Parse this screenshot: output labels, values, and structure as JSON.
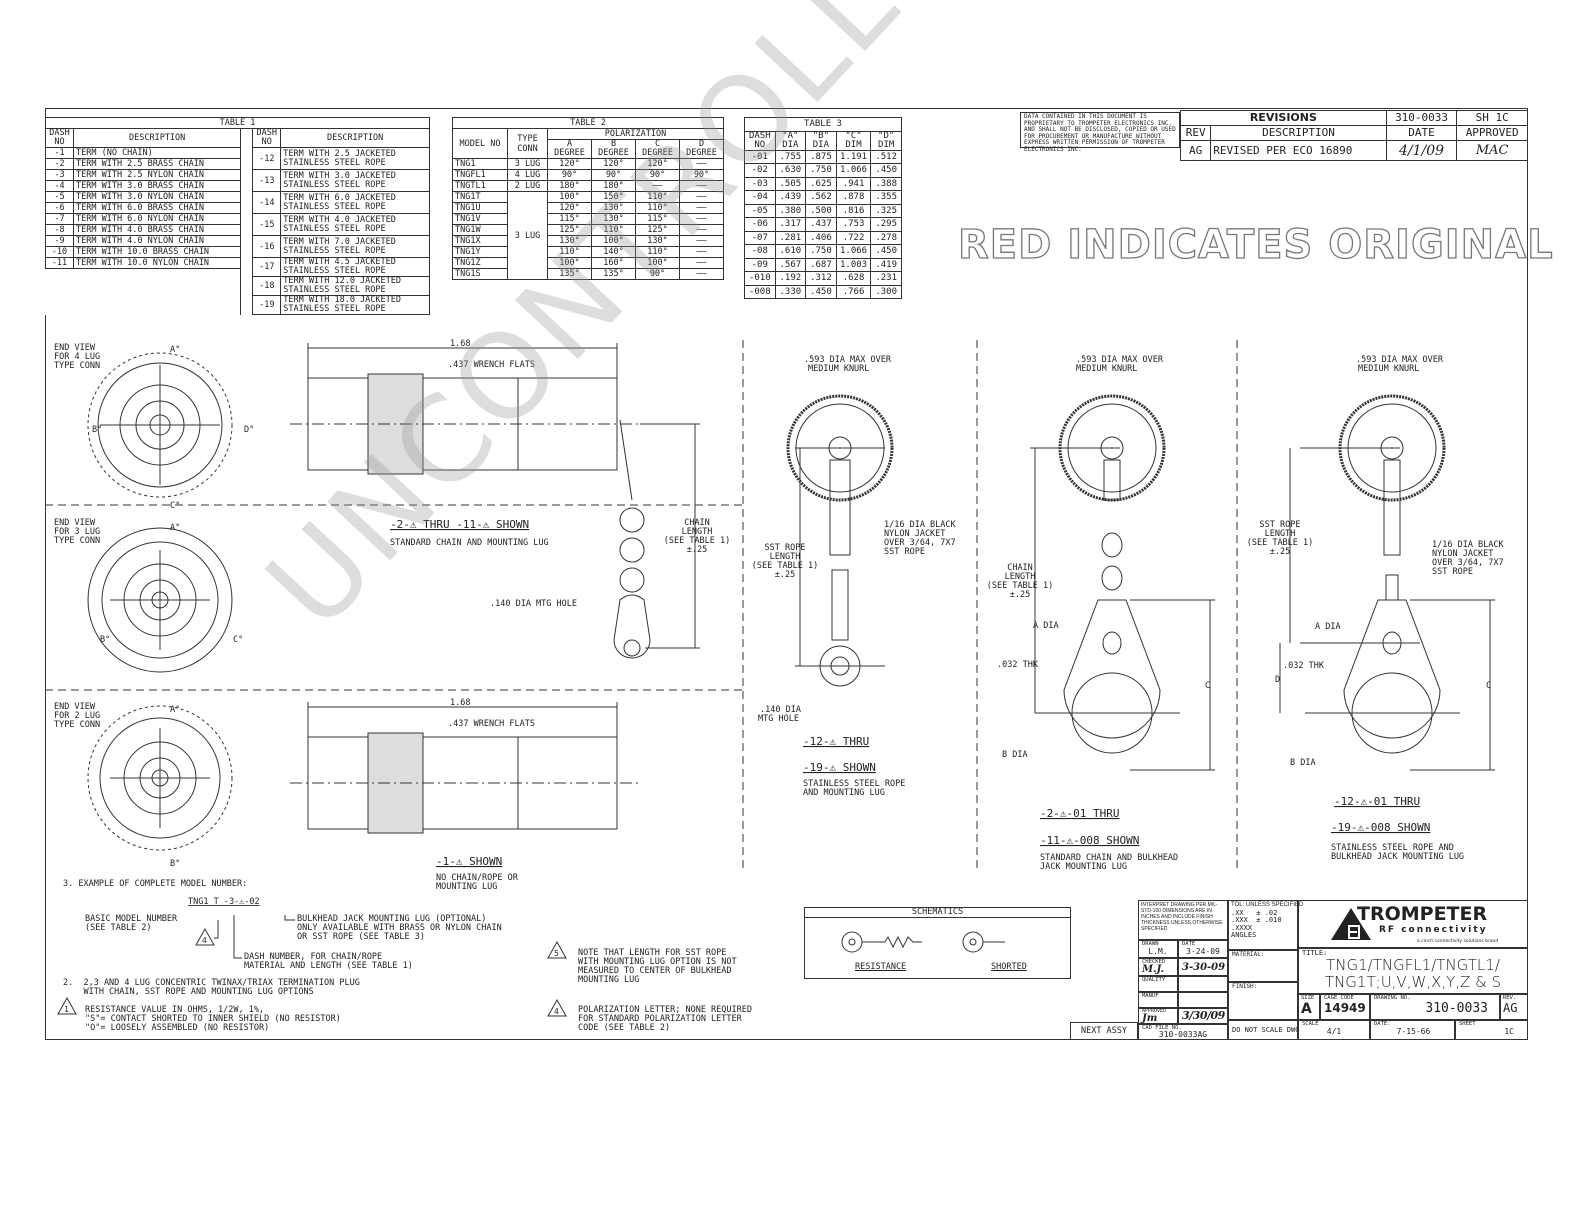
{
  "table1": {
    "title": "TABLE 1",
    "h_dash": "DASH NO",
    "h_desc": "DESCRIPTION",
    "left": [
      [
        "-1",
        "TERM (NO CHAIN)"
      ],
      [
        "-2",
        "TERM WITH 2.5 BRASS CHAIN"
      ],
      [
        "-3",
        "TERM WITH 2.5 NYLON CHAIN"
      ],
      [
        "-4",
        "TERM WITH 3.0 BRASS CHAIN"
      ],
      [
        "-5",
        "TERM WITH 3.0 NYLON CHAIN"
      ],
      [
        "-6",
        "TERM WITH 6.0 BRASS CHAIN"
      ],
      [
        "-7",
        "TERM WITH 6.0 NYLON CHAIN"
      ],
      [
        "-8",
        "TERM WITH 4.0 BRASS CHAIN"
      ],
      [
        "-9",
        "TERM WITH 4.0 NYLON CHAIN"
      ],
      [
        "-10",
        "TERM WITH 10.0 BRASS CHAIN"
      ],
      [
        "-11",
        "TERM WITH 10.0 NYLON CHAIN"
      ]
    ],
    "right": [
      [
        "-12",
        "TERM WITH 2.5 JACKETED",
        "STAINLESS STEEL ROPE"
      ],
      [
        "-13",
        "TERM WITH 3.0 JACKETED",
        "STAINLESS STEEL ROPE"
      ],
      [
        "-14",
        "TERM WITH 6.0 JACKETED",
        "STAINLESS STEEL ROPE"
      ],
      [
        "-15",
        "TERM WITH 4.0 JACKETED",
        "STAINLESS STEEL ROPE"
      ],
      [
        "-16",
        "TERM WITH 7.0 JACKETED",
        "STAINLESS STEEL ROPE"
      ],
      [
        "-17",
        "TERM WITH 4.5 JACKETED",
        "STAINLESS STEEL ROPE"
      ],
      [
        "-18",
        "TERM WITH 12.0 JACKETED",
        "STAINLESS STEEL ROPE"
      ],
      [
        "-19",
        "TERM WITH 18.0 JACKETED",
        "STAINLESS STEEL ROPE"
      ]
    ]
  },
  "table2": {
    "title": "TABLE 2",
    "h_model": "MODEL NO",
    "h_type": "TYPE CONN",
    "h_pol": "POLARIZATION",
    "h_cols": [
      "A DEGREE",
      "B DEGREE",
      "C DEGREE",
      "D DEGREE"
    ],
    "rows": [
      [
        "TNG1",
        "3 LUG",
        "120°",
        "120°",
        "120°",
        "——"
      ],
      [
        "TNGFL1",
        "4 LUG",
        "90°",
        "90°",
        "90°",
        "90°"
      ],
      [
        "TNGTL1",
        "2 LUG",
        "180°",
        "180°",
        "——",
        "——"
      ],
      [
        "TNG1T",
        "",
        "100°",
        "150°",
        "110°",
        "——"
      ],
      [
        "TNG1U",
        "",
        "120°",
        "130°",
        "110°",
        "——"
      ],
      [
        "TNG1V",
        "",
        "115°",
        "130°",
        "115°",
        "——"
      ],
      [
        "TNG1W",
        "",
        "125°",
        "110°",
        "125°",
        "——"
      ],
      [
        "TNG1X",
        "",
        "130°",
        "100°",
        "130°",
        "——"
      ],
      [
        "TNG1Y",
        "",
        "110°",
        "140°",
        "110°",
        "——"
      ],
      [
        "TNG1Z",
        "",
        "100°",
        "160°",
        "100°",
        "——"
      ],
      [
        "TNG1S",
        "",
        "135°",
        "135°",
        "90°",
        "——"
      ]
    ],
    "merged_type": "3 LUG"
  },
  "table3": {
    "title": "TABLE 3",
    "headers": [
      "DASH NO",
      "\"A\" DIA",
      "\"B\" DIA",
      "\"C\" DIM",
      "\"D\" DIM"
    ],
    "rows": [
      [
        "-01",
        ".755",
        ".875",
        "1.191",
        ".512"
      ],
      [
        "-02",
        ".630",
        ".750",
        "1.066",
        ".450"
      ],
      [
        "-03",
        ".505",
        ".625",
        ".941",
        ".388"
      ],
      [
        "-04",
        ".439",
        ".562",
        ".878",
        ".355"
      ],
      [
        "-05",
        ".380",
        ".500",
        ".816",
        ".325"
      ],
      [
        "-06",
        ".317",
        ".437",
        ".753",
        ".295"
      ],
      [
        "-07",
        ".281",
        ".406",
        ".722",
        ".278"
      ],
      [
        "-08",
        ".610",
        ".750",
        "1.066",
        ".450"
      ],
      [
        "-09",
        ".567",
        ".687",
        "1.003",
        ".419"
      ],
      [
        "-010",
        ".192",
        ".312",
        ".628",
        ".231"
      ],
      [
        "-008",
        ".330",
        ".450",
        ".766",
        ".300"
      ]
    ]
  },
  "notice": "DATA CONTAINED IN THIS DOCUMENT IS PROPRIETARY TO TROMPETER ELECTRONICS INC. AND SHALL NOT BE DISCLOSED, COPIED OR USED FOR PROCUREMENT OR MANUFACTURE WITHOUT EXPRESS WRITTEN PERMISSION OF TROMPETER ELECTRONICS INC.",
  "revisions": {
    "title": "REVISIONS",
    "dwg": "310-0033",
    "sheet": "SH 1C",
    "h_rev": "REV",
    "h_desc": "DESCRIPTION",
    "h_date": "DATE",
    "h_appr": "APPROVED",
    "rev": "AG",
    "desc": "REVISED PER ECO 16890",
    "date": "4/1/09",
    "approved": "MAC"
  },
  "stamp": "RED INDICATES ORIGINAL",
  "watermark": "UNCONTROLLED COPY",
  "views": {
    "end4": [
      "END VIEW",
      "FOR 4 LUG",
      "TYPE CONN"
    ],
    "end3": [
      "END VIEW",
      "FOR 3 LUG",
      "TYPE CONN"
    ],
    "end2": [
      "END VIEW",
      "FOR 2 LUG",
      "TYPE CONN"
    ],
    "A": "A°",
    "B": "B°",
    "C": "C°",
    "D": "D°",
    "len": "1.68",
    "wrench": ".437 WRENCH FLATS",
    "v1_title": "-2-⚠ THRU -11-⚠ SHOWN",
    "v1_sub": "STANDARD CHAIN AND MOUNTING LUG",
    "chain_len": [
      "CHAIN",
      "LENGTH",
      "(SEE TABLE 1)",
      "±.25"
    ],
    "mtg_hole": ".140 DIA MTG HOLE",
    "v2_title": "-1-⚠ SHOWN",
    "v2_sub": [
      "NO CHAIN/ROPE OR",
      "MOUNTING LUG"
    ],
    "knurl": [
      ".593 DIA MAX OVER",
      "MEDIUM KNURL"
    ],
    "jacket": [
      "1/16 DIA BLACK",
      "NYLON JACKET",
      "OVER 3/64, 7X7",
      "SST ROPE"
    ],
    "sst_len": [
      "SST ROPE",
      "LENGTH",
      "(SEE TABLE 1)",
      "±.25"
    ],
    "mtg_hole2": [
      ".140 DIA",
      "MTG HOLE"
    ],
    "v3_t1": "-12-⚠ THRU",
    "v3_t2": "-19-⚠ SHOWN",
    "v3_sub": [
      "STAINLESS STEEL ROPE",
      "AND MOUNTING LUG"
    ],
    "a_dia": "A DIA",
    "b_dia": "B DIA",
    "thk": ".032 THK",
    "c": "C",
    "d": "D",
    "v4_t1": "-2-⚠-01 THRU",
    "v4_t2": "-11-⚠-008 SHOWN",
    "v4_sub": [
      "STANDARD CHAIN AND BULKHEAD",
      "JACK MOUNTING LUG"
    ],
    "v5_t1": "-12-⚠-01 THRU",
    "v5_t2": "-19-⚠-008 SHOWN",
    "v5_sub": [
      "STAINLESS STEEL ROPE AND",
      "BULKHEAD JACK MOUNTING LUG"
    ]
  },
  "notes": {
    "n3": "3.  EXAMPLE OF COMPLETE MODEL NUMBER:",
    "example": "TNG1 T -3-⚠-02",
    "basic": [
      "BASIC MODEL NUMBER",
      "(SEE TABLE 2)"
    ],
    "bulkhead": [
      "BULKHEAD JACK MOUNTING LUG (OPTIONAL)",
      "ONLY AVAILABLE WITH BRASS OR NYLON CHAIN",
      "OR SST ROPE (SEE TABLE 3)"
    ],
    "dash": [
      "DASH NUMBER, FOR CHAIN/ROPE",
      "MATERIAL AND LENGTH (SEE TABLE 1)"
    ],
    "n2": [
      "2.  2,3 AND 4 LUG CONCENTRIC TWINAX/TRIAX TERMINATION PLUG",
      "    WITH CHAIN, SST ROPE AND MOUNTING LUG OPTIONS"
    ],
    "n1": [
      "RESISTANCE VALUE IN OHMS, 1/2W, 1%,",
      "\"S\"= CONTACT SHORTED TO INNER SHIELD (NO RESISTOR)",
      "\"O\"= LOOSELY ASSEMBLED (NO RESISTOR)"
    ],
    "n5": [
      "NOTE THAT LENGTH FOR SST ROPE",
      "WITH MOUNTING LUG OPTION IS NOT",
      "MEASURED TO CENTER OF BULKHEAD",
      "MOUNTING LUG"
    ],
    "n4": [
      "POLARIZATION LETTER; NONE REQUIRED",
      "FOR STANDARD POLARIZATION LETTER",
      "CODE (SEE TABLE 2)"
    ],
    "tri1": "1",
    "tri4": "4",
    "tri5": "5"
  },
  "schematics": {
    "title": "SCHEMATICS",
    "resistance": "RESISTANCE",
    "shorted": "SHORTED"
  },
  "titleblock": {
    "interpret": "INTERPRET DRAWING PER MIL-STD-100 DIMENSIONS ARE IN INCHES AND INCLUDE FINISH THICKNESS UNLESS OTHERWISE SPECIFIED",
    "tol": [
      "TOL: UNLESS SPECIFIED",
      ".XX   ± .02",
      ".XXX  ± .010",
      ".XXXX",
      "ANGLES"
    ],
    "drawn_l": "DRAWN",
    "drawn": "L.M.",
    "date_l": "DATE",
    "drawn_date": "3-24-09",
    "checked_l": "CHECKED",
    "checked": "M.J.",
    "checked_date": "3-30-09",
    "quality_l": "QUALITY",
    "manuf_l": "MANUF",
    "approved_l": "APPROVED",
    "approved": "Jm",
    "approved_date": "3/30/09",
    "material_l": "MATERIAL:",
    "finish_l": "FINISH:",
    "next_assy": "NEXT ASSY",
    "cad_l": "CAD FILE NO.",
    "cad": "310-0033AG",
    "noscale": "DO NOT SCALE DWG",
    "company": "TROMPETER",
    "tagline": "RF connectivity",
    "brand": "a cinch connectivity solutions brand",
    "title_l": "TITLE:",
    "title1": "TNG1/TNGFL1/TNGTL1/",
    "title2": "TNG1T;U,V,W,X,Y,Z & S",
    "size_l": "SIZE",
    "size": "A",
    "cage_l": "CAGE CODE",
    "cage": "14949",
    "dwgno_l": "DRAWING NO.",
    "dwgno": "310-0033",
    "rev_l": "REV.",
    "rev": "AG",
    "scale_l": "SCALE",
    "scale": "4/1",
    "date2_l": "DATE:",
    "date2": "7-15-66",
    "sheet_l": "SHEET",
    "sheet": "1C"
  }
}
